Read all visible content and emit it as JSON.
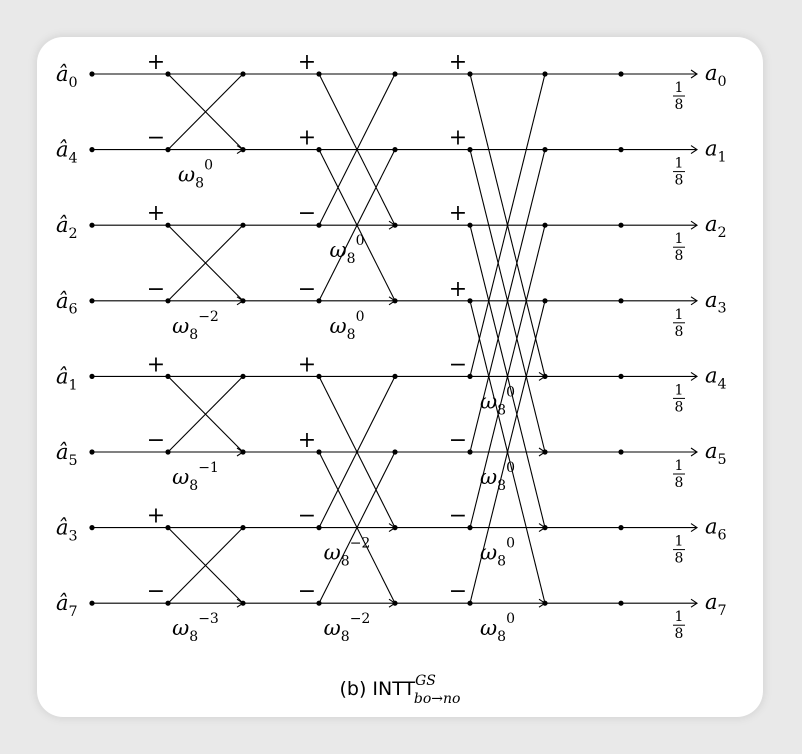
{
  "caption": {
    "prefix": "(b) INTT",
    "superscript": "GS",
    "subscript": "bo→no"
  },
  "inputs": [
    {
      "base": "â",
      "sub": "0"
    },
    {
      "base": "â",
      "sub": "4"
    },
    {
      "base": "â",
      "sub": "2"
    },
    {
      "base": "â",
      "sub": "6"
    },
    {
      "base": "â",
      "sub": "1"
    },
    {
      "base": "â",
      "sub": "5"
    },
    {
      "base": "â",
      "sub": "3"
    },
    {
      "base": "â",
      "sub": "7"
    }
  ],
  "outputs": [
    {
      "base": "a",
      "sub": "0"
    },
    {
      "base": "a",
      "sub": "1"
    },
    {
      "base": "a",
      "sub": "2"
    },
    {
      "base": "a",
      "sub": "3"
    },
    {
      "base": "a",
      "sub": "4"
    },
    {
      "base": "a",
      "sub": "5"
    },
    {
      "base": "a",
      "sub": "6"
    },
    {
      "base": "a",
      "sub": "7"
    }
  ],
  "scale": {
    "numerator": "1",
    "denominator": "8"
  },
  "stages": [
    {
      "span": 1,
      "signs": [
        "+",
        "−",
        "+",
        "−",
        "+",
        "−",
        "+",
        "−"
      ],
      "twiddles": [
        {
          "row": 1,
          "exp": "0"
        },
        {
          "row": 3,
          "exp": "−2"
        },
        {
          "row": 5,
          "exp": "−1"
        },
        {
          "row": 7,
          "exp": "−3"
        }
      ]
    },
    {
      "span": 2,
      "signs": [
        "+",
        "+",
        "−",
        "−",
        "+",
        "+",
        "−",
        "−"
      ],
      "twiddles": [
        {
          "row": 2,
          "exp": "0"
        },
        {
          "row": 3,
          "exp": "0"
        },
        {
          "row": 6,
          "exp": "−2"
        },
        {
          "row": 7,
          "exp": "−2"
        }
      ]
    },
    {
      "span": 4,
      "signs": [
        "+",
        "+",
        "+",
        "+",
        "−",
        "−",
        "−",
        "−"
      ],
      "twiddles": [
        {
          "row": 4,
          "exp": "0"
        },
        {
          "row": 5,
          "exp": "0"
        },
        {
          "row": 6,
          "exp": "0"
        },
        {
          "row": 7,
          "exp": "0"
        }
      ]
    }
  ],
  "twiddle_symbol": {
    "base": "ω",
    "sub": "8"
  }
}
